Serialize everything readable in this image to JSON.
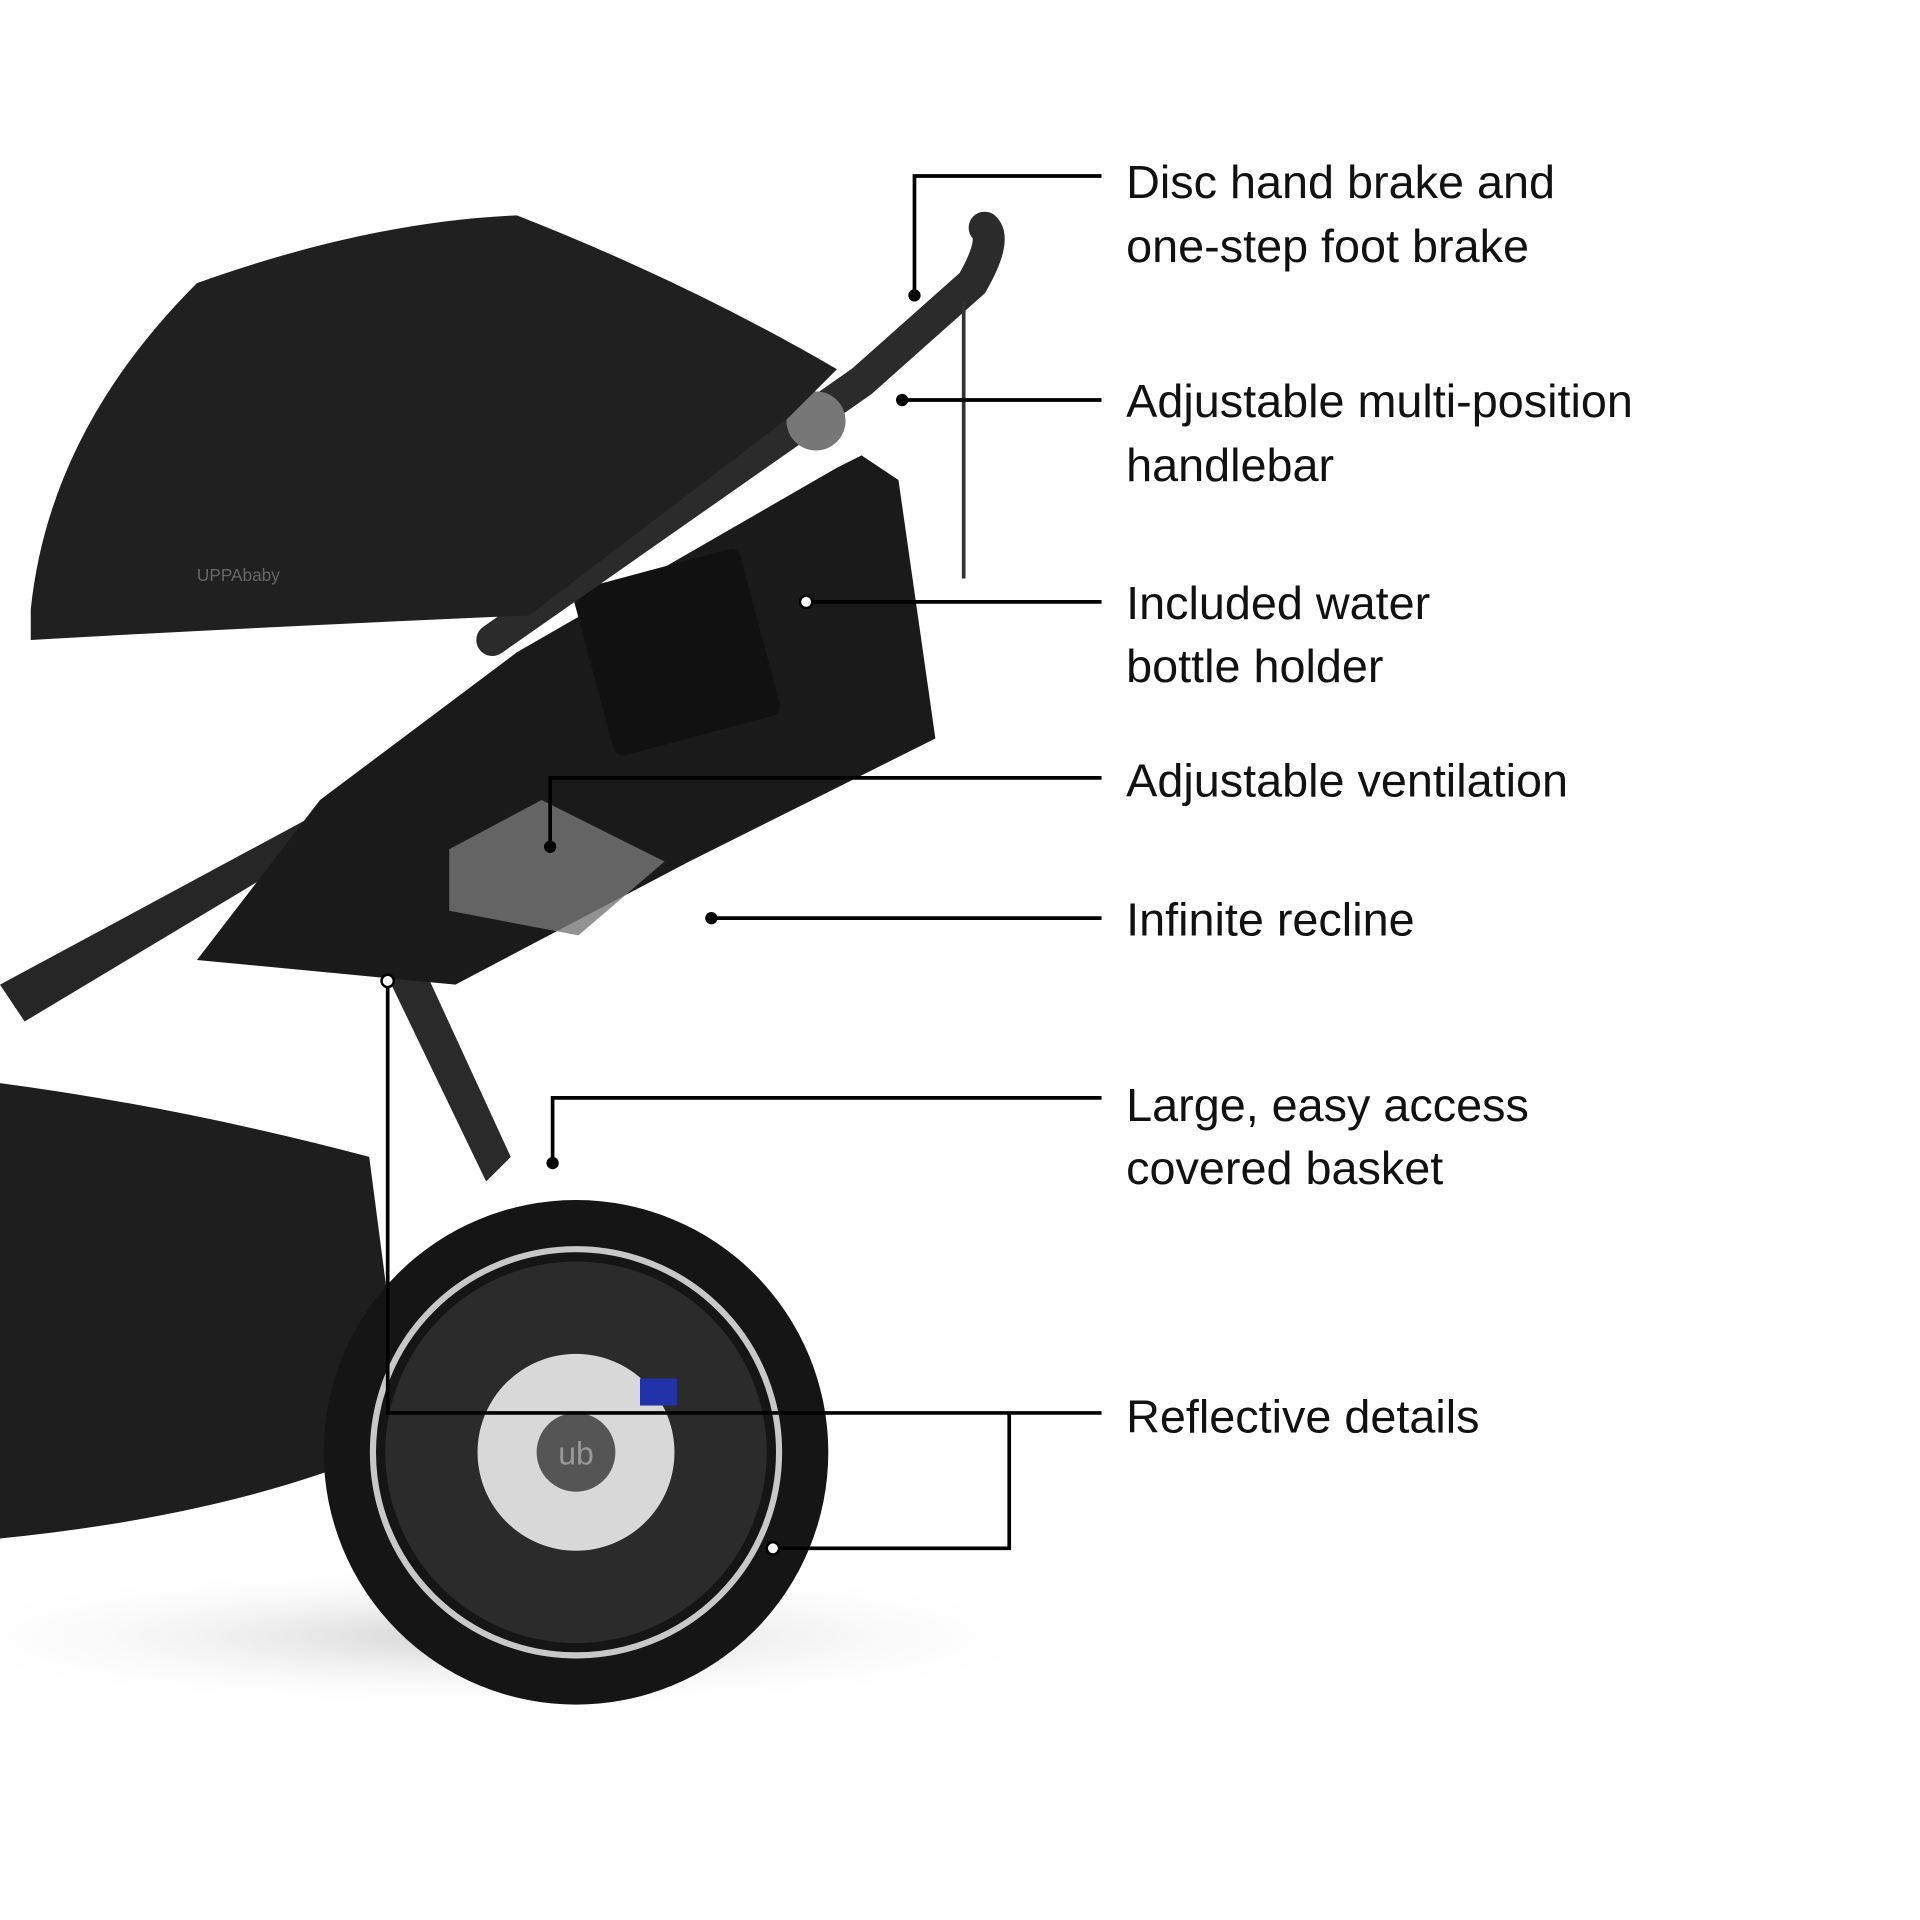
{
  "brand": {
    "logo_text": "UPPAbaby",
    "hub_text": "ub"
  },
  "colors": {
    "background": "#ffffff",
    "stroller": "#1c1c1c",
    "frame": "#2a2a2a",
    "reflective": "#c8c8c8",
    "text": "#111111",
    "brake_caliper": "#2233aa"
  },
  "callouts": [
    {
      "lines": [
        "Disc hand brake and",
        "one-step foot brake"
      ]
    },
    {
      "lines": [
        "Adjustable multi-position",
        "handlebar"
      ]
    },
    {
      "lines": [
        "Included water",
        "bottle holder"
      ]
    },
    {
      "lines": [
        "Adjustable ventilation"
      ]
    },
    {
      "lines": [
        "Infinite recline"
      ]
    },
    {
      "lines": [
        "Large, easy access",
        "covered basket"
      ]
    },
    {
      "lines": [
        "Reflective details"
      ]
    }
  ]
}
